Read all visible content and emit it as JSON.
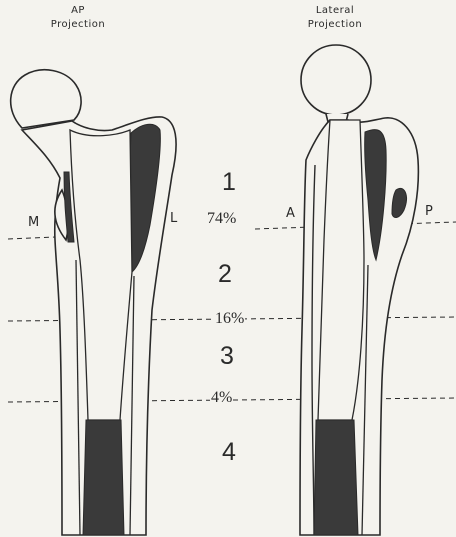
{
  "views": {
    "ap": {
      "title_line1": "AP",
      "title_line2": "Projection"
    },
    "lateral": {
      "title_line1": "Lateral",
      "title_line2": "Projection"
    }
  },
  "side_labels": {
    "medial": "M",
    "lateral": "L",
    "anterior": "A",
    "posterior": "P"
  },
  "zones": [
    "1",
    "2",
    "3",
    "4"
  ],
  "percentages": [
    "74%",
    "16%",
    "4%"
  ],
  "colors": {
    "ink": "#2a2a2a",
    "background": "#f4f3ee",
    "dark_fill": "#3a3a3a"
  }
}
